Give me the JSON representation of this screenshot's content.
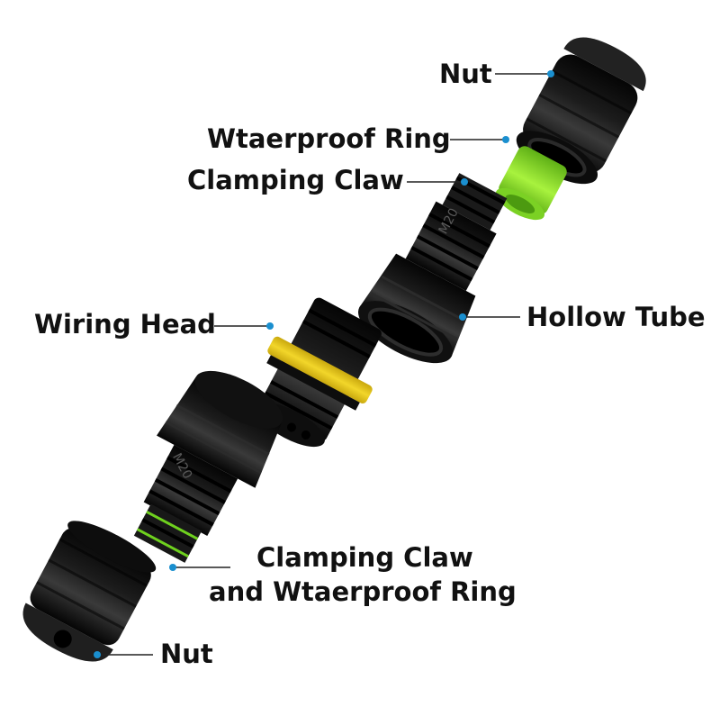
{
  "labels": {
    "nut_top": "Nut",
    "waterproof_ring": "Wtaerproof Ring",
    "clamping_claw": "Clamping Claw",
    "hollow_tube": "Hollow Tube",
    "wiring_head": "Wiring Head",
    "claw_ring_line1": "Clamping Claw",
    "claw_ring_line2": "and Wtaerproof Ring",
    "nut_bottom": "Nut"
  },
  "part_marking": "M20",
  "colors": {
    "leader_dot": "#1a8fcf",
    "leader_line": "#222222",
    "plastic": "#151515",
    "seal_green": "#8ee22a",
    "o_ring_yellow": "#e8c81a"
  }
}
